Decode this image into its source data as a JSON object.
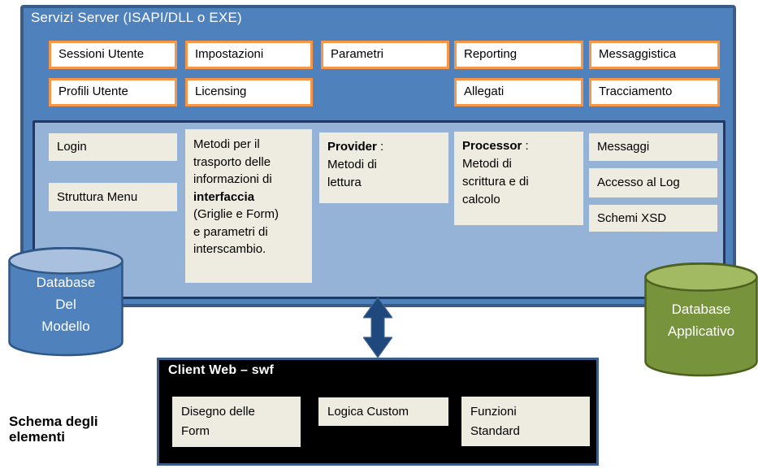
{
  "colors": {
    "server_fill": "#4F81BD",
    "server_border": "#385D8A",
    "inner_fill": "#95B3D7",
    "inner_border": "#1F3864",
    "module_border": "#F79646",
    "panel_fill": "#EEECE1",
    "client_fill": "#000000",
    "client_border": "#3C5F8A",
    "arrow": "#1F497D",
    "db_model_fill": "#4F81BD",
    "db_model_top": "#A9C0DE",
    "db_model_border": "#2E5786",
    "db_app_fill": "#77933C",
    "db_app_top": "#A2BB63",
    "db_app_border": "#4D611F"
  },
  "server": {
    "title": "Servizi Server (ISAPI/DLL o EXE)",
    "row1": [
      "Sessioni Utente",
      "Impostazioni",
      "Parametri",
      "Reporting",
      "Messaggistica"
    ],
    "row2": [
      "Profili Utente",
      "Licensing",
      "Allegati",
      "Tracciamento"
    ]
  },
  "inner": {
    "login": "Login",
    "struttura_menu": "Struttura Menu",
    "transport": {
      "l1": "Metodi per il",
      "l2": "trasporto delle",
      "l3": "informazioni di",
      "l4": "interfaccia",
      "l5": "(Griglie e Form)",
      "l6": "e parametri di",
      "l7": "interscambio."
    },
    "provider": {
      "name": "Provider",
      "sep": " :",
      "l1": "Metodi di",
      "l2": "lettura"
    },
    "processor": {
      "name": "Processor",
      "sep": " :",
      "l1": "Metodi di",
      "l2": "scrittura e di",
      "l3": "calcolo"
    },
    "messaggi": "Messaggi",
    "accesso_log": "Accesso al Log",
    "schemi_xsd": "Schemi XSD"
  },
  "databases": {
    "model": {
      "l1": "Database",
      "l2": "Del",
      "l3": "Modello"
    },
    "app": {
      "l1": "Database",
      "l2": "Applicativo"
    }
  },
  "client": {
    "title": "Client Web – swf",
    "disegno": {
      "l1": "Disegno delle",
      "l2": "Form"
    },
    "logica": "Logica Custom",
    "funzioni": {
      "l1": "Funzioni",
      "l2": "Standard"
    }
  },
  "caption": {
    "l1": "Schema degli",
    "l2": "elementi"
  }
}
